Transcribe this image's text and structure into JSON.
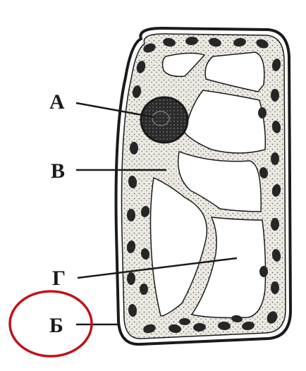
{
  "labels": {
    "a": "А",
    "v": "В",
    "g": "Г",
    "b": "Б"
  },
  "colors": {
    "ink": "#1a1a1a",
    "cytoplasm": "#ece9e2",
    "vacuole": "#ffffff",
    "nucleus": "#2b2b2b",
    "chloroplast": "#262626",
    "highlight_circle": "#c0141b"
  }
}
